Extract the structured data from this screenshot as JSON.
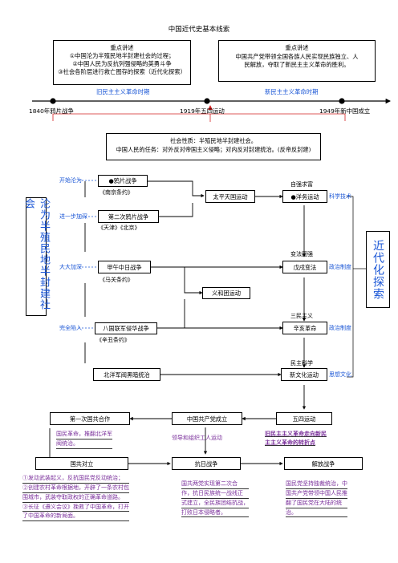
{
  "title": "中国近代史基本线索",
  "top_left_box": {
    "heading": "重点讲述",
    "lines": [
      "①中国沦为半殖民地半封建社会的过程；",
      "②中国人民为反抗列强侵略的英勇斗争",
      "③社会各阶层进行救亡图存的探索（近代化探索）"
    ]
  },
  "top_right_box": {
    "heading": "重点讲述",
    "lines": [
      "中国共产党带领全国各族人民实现民族独立、人",
      "民解放，夺取了新民主主义革命的胜利。"
    ]
  },
  "timeline": {
    "old_period": "旧民主主义革命时期",
    "new_period": "新民主主义革命时期",
    "points": [
      "1840年鸦片战争",
      "1919年五四运动",
      "1949年新中国成立"
    ]
  },
  "society_box": {
    "line1": "社会性质：半殖民地半封建社会。",
    "line2": "中国人民的任务：对外反对帝国主义侵略；对内反对封建统治。(反帝反封建)"
  },
  "left_title": "沦为半殖民地半封建社会",
  "right_title": "近代化探索",
  "stages": [
    "开始沦为",
    "进一步加深",
    "大大加深",
    "完全陷入"
  ],
  "events": {
    "opium_war": "●鸦片战争",
    "opium_treaty": "《南京条约》",
    "second_opium": "第二次鸦片战争",
    "second_treaty": "《天津》《北京》",
    "sino_japan": "甲午中日战争",
    "sino_japan_treaty": "《马关条约》",
    "boxer": "义和团运动",
    "eight_nation": "八国联军侵华战争",
    "eight_treaty": "《辛丑条约》",
    "warlords": "北洋军阀黑暗统治",
    "taiping": "太平天国运动",
    "westernization": "●洋务运动",
    "westernization_note": "自强求富",
    "reform": "戊戌变法",
    "reform_note": "变法图强",
    "xinhai": "辛亥革命",
    "xinhai_note": "三民主义",
    "new_culture": "新文化运动",
    "new_culture_note": "民主科学"
  },
  "right_labels": [
    "科学技术",
    "政治制度",
    "政治制度",
    "思想文化"
  ],
  "bottom_flow": {
    "first_coop": "第一次国共合作",
    "cpc_founded": "中国共产党成立",
    "may_fourth": "五四运动",
    "first_coop_note": [
      "国民革命，推翻北洋军",
      "阀统治。"
    ],
    "workers_note": "领导和组织工人运动",
    "turning_point": [
      "旧民主主义革命走向新民",
      "主主义革命的转折点"
    ],
    "kmt_opposition": "国共对立",
    "anti_japan": "抗日战争",
    "liberation": "解放战争"
  },
  "bottom_notes": {
    "left": [
      "①发动武装起义，反抗国民党反动统治；",
      "②创建农村革命根据地，开辟了一条农村包",
      "围城市，武装夺取政权的正确革命道路。",
      "③长征《遵义会议》挽救了中国革命，打开",
      "了中国革命的新局面。"
    ],
    "middle": [
      "国共两党实现第二次合",
      "作，抗日民族统一战线正",
      "式建立，全民族团结抗战，",
      "打败日本侵略者。"
    ],
    "right": [
      "国民党坚持独裁统治，中",
      "国共产党带领中国人民推",
      "翻了国民党在大陆的统",
      "治。"
    ]
  }
}
